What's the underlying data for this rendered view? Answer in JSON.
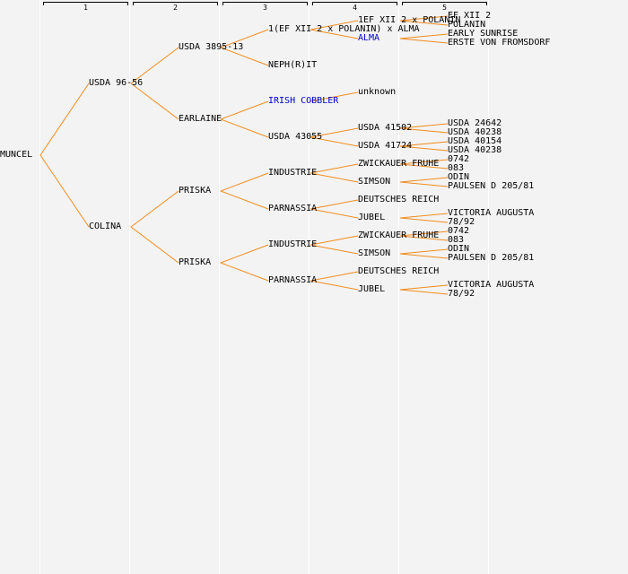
{
  "columns": [
    "1",
    "2",
    "3",
    "4",
    "5"
  ],
  "colors": {
    "line": "#f08c1e",
    "link": "#0000cc",
    "background": "#f3f3f3"
  },
  "tree": {
    "name": "MUNCEL",
    "children": [
      {
        "name": "USDA 96-56",
        "children": [
          {
            "name": "USDA 3895-13",
            "children": [
              {
                "name": "1(EF XII 2 x POLANIN) x ALMA",
                "children": [
                  {
                    "name": "1EF XII 2 x POLANIN",
                    "children": [
                      {
                        "name": "EF XII 2"
                      },
                      {
                        "name": "POLANIN"
                      }
                    ]
                  },
                  {
                    "name": "ALMA",
                    "link": true,
                    "children": [
                      {
                        "name": "EARLY SUNRISE"
                      },
                      {
                        "name": "ERSTE VON FROMSDORF"
                      }
                    ]
                  }
                ]
              },
              {
                "name": "NEPH(R)IT"
              }
            ]
          },
          {
            "name": "EARLAINE",
            "children": [
              {
                "name": "IRISH COBBLER",
                "link": true,
                "children": [
                  {
                    "name": "unknown"
                  }
                ]
              },
              {
                "name": "USDA 43055",
                "children": [
                  {
                    "name": "USDA 41502",
                    "children": [
                      {
                        "name": "USDA 24642"
                      },
                      {
                        "name": "USDA 40238"
                      }
                    ]
                  },
                  {
                    "name": "USDA 41724",
                    "children": [
                      {
                        "name": "USDA 40154"
                      },
                      {
                        "name": "USDA 40238"
                      }
                    ]
                  }
                ]
              }
            ]
          }
        ]
      },
      {
        "name": "COLINA",
        "children": [
          {
            "name": "PRISKA",
            "children": [
              {
                "name": "INDUSTRIE",
                "children": [
                  {
                    "name": "ZWICKAUER FRUHE",
                    "children": [
                      {
                        "name": "0742"
                      },
                      {
                        "name": "083"
                      }
                    ]
                  },
                  {
                    "name": "SIMSON",
                    "children": [
                      {
                        "name": "ODIN"
                      },
                      {
                        "name": "PAULSEN D 205/81"
                      }
                    ]
                  }
                ]
              },
              {
                "name": "PARNASSIA",
                "children": [
                  {
                    "name": "DEUTSCHES REICH"
                  },
                  {
                    "name": "JUBEL",
                    "children": [
                      {
                        "name": "VICTORIA AUGUSTA"
                      },
                      {
                        "name": "78/92"
                      }
                    ]
                  }
                ]
              }
            ]
          },
          {
            "name": "PRISKA",
            "children": [
              {
                "name": "INDUSTRIE",
                "children": [
                  {
                    "name": "ZWICKAUER FRUHE",
                    "children": [
                      {
                        "name": "0742"
                      },
                      {
                        "name": "083"
                      }
                    ]
                  },
                  {
                    "name": "SIMSON",
                    "children": [
                      {
                        "name": "ODIN"
                      },
                      {
                        "name": "PAULSEN D 205/81"
                      }
                    ]
                  }
                ]
              },
              {
                "name": "PARNASSIA",
                "children": [
                  {
                    "name": "DEUTSCHES REICH"
                  },
                  {
                    "name": "JUBEL",
                    "children": [
                      {
                        "name": "VICTORIA AUGUSTA"
                      },
                      {
                        "name": "78/92"
                      }
                    ]
                  }
                ]
              }
            ]
          }
        ]
      }
    ]
  }
}
